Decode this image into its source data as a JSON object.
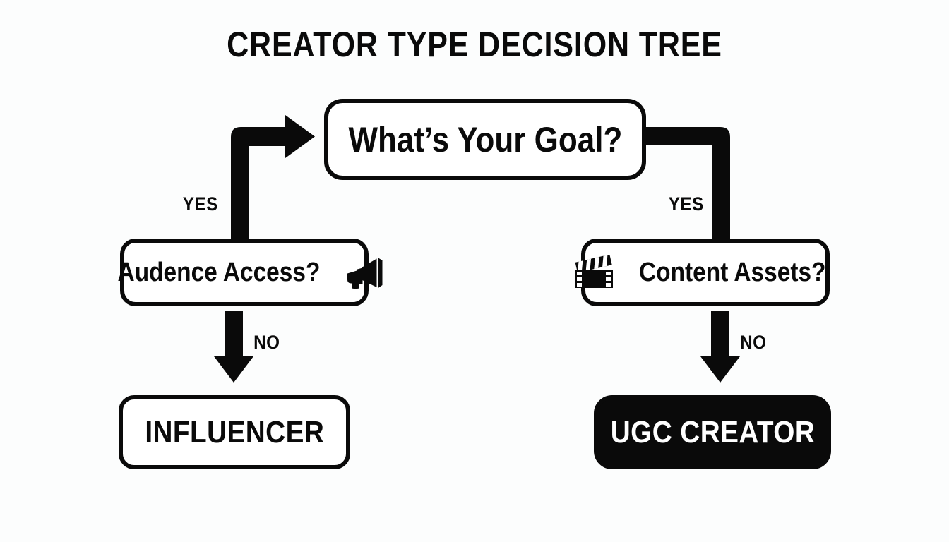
{
  "title": "CREATOR TYPE DECISION TREE",
  "background_color": "#fcfdfd",
  "ink_color": "#0a0a0a",
  "nodes": {
    "goal": {
      "label": "What’s Your Goal?",
      "style": "outline"
    },
    "audience": {
      "label": "Audence Access?",
      "icon": "megaphone-icon",
      "style": "outline"
    },
    "content": {
      "label": "Content Assets?",
      "icon": "clapperboard-icon",
      "style": "outline"
    },
    "influencer": {
      "label": "INFLUENCER",
      "style": "outline"
    },
    "ugc": {
      "label": "UGC CREATOR",
      "style": "filled"
    }
  },
  "edges": {
    "yes_left": "YES",
    "yes_right": "YES",
    "no_left": "NO",
    "no_right": "NO"
  }
}
